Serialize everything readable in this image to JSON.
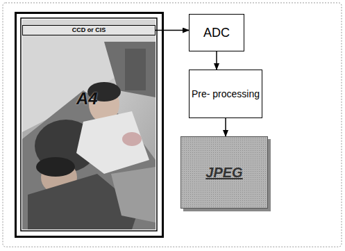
{
  "diagram": {
    "nodes": [
      {
        "text": [
          "CCD or CIS"
        ]
      },
      {
        "text": [
          "ADC"
        ]
      },
      {
        "text": [
          "Pre- processing"
        ]
      },
      {
        "text": [
          "JPEG"
        ]
      }
    ],
    "edges": [
      {
        "from": 0,
        "to": 1,
        "arrow": "to"
      },
      {
        "from": 1,
        "to": 2,
        "arrow": "to"
      },
      {
        "from": 2,
        "to": 3,
        "arrow": "to"
      }
    ],
    "labels": [
      "A4"
    ]
  }
}
